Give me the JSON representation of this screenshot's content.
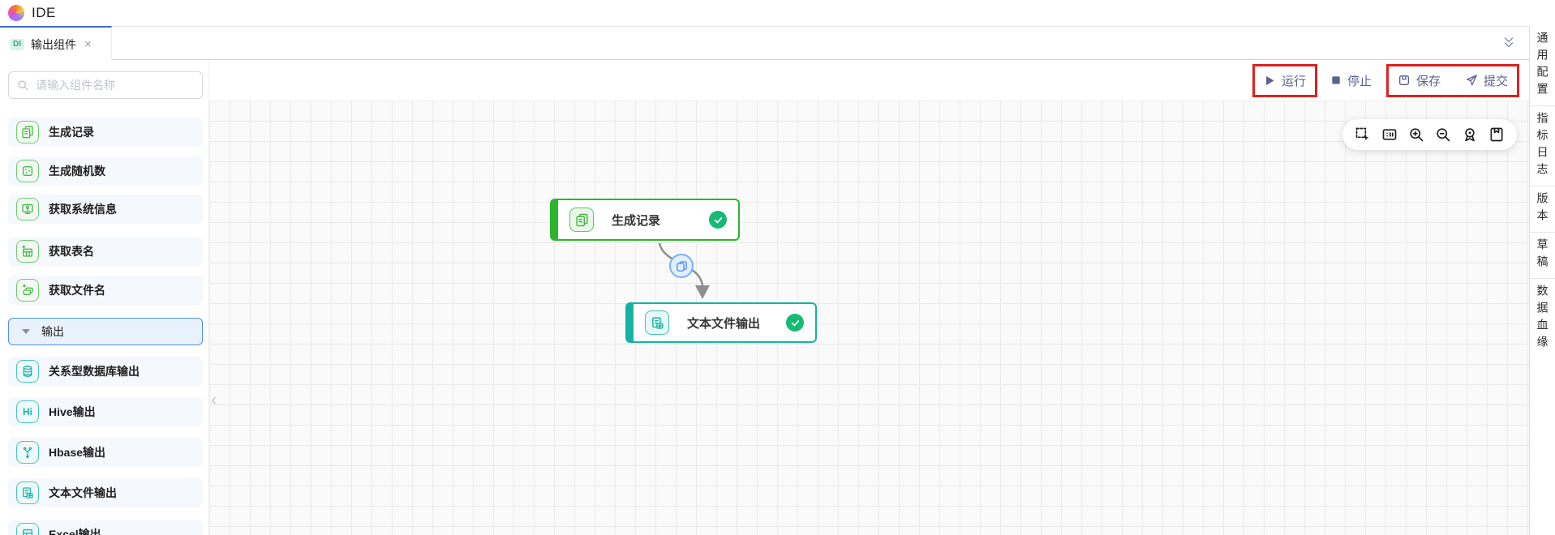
{
  "app": {
    "title": "IDE"
  },
  "tab": {
    "badge": "DI",
    "label": "输出组件",
    "close_symbol": "×"
  },
  "sidebar": {
    "search_placeholder": "请输入组件名称",
    "items": [
      {
        "label": "生成记录"
      },
      {
        "label": "生成随机数"
      },
      {
        "label": "获取系统信息"
      },
      {
        "label": "获取表名"
      },
      {
        "label": "获取文件名"
      },
      {
        "label": "输出",
        "type": "group"
      },
      {
        "label": "关系型数据库输出"
      },
      {
        "label": "Hive输出",
        "icon_text": "Hi"
      },
      {
        "label": "Hbase输出"
      },
      {
        "label": "文本文件输出"
      },
      {
        "label": "Excel输出"
      }
    ]
  },
  "toolbar": {
    "run": "运行",
    "stop": "停止",
    "save": "保存",
    "submit": "提交"
  },
  "flow": {
    "node1": "生成记录",
    "node2": "文本文件输出",
    "node1_status": "success",
    "node2_status": "success"
  },
  "right_panel": {
    "items": [
      "通用配置",
      "指标日志",
      "版本",
      "草稿",
      "数据血缘"
    ]
  },
  "colors": {
    "node_green": "#2cb52c",
    "node_teal": "#17b3a2",
    "check_green": "#17ba75",
    "active_tab_blue": "#3b6cc7",
    "highlight_red": "#e01f1f",
    "toolbar_slate": "#5b6190"
  }
}
